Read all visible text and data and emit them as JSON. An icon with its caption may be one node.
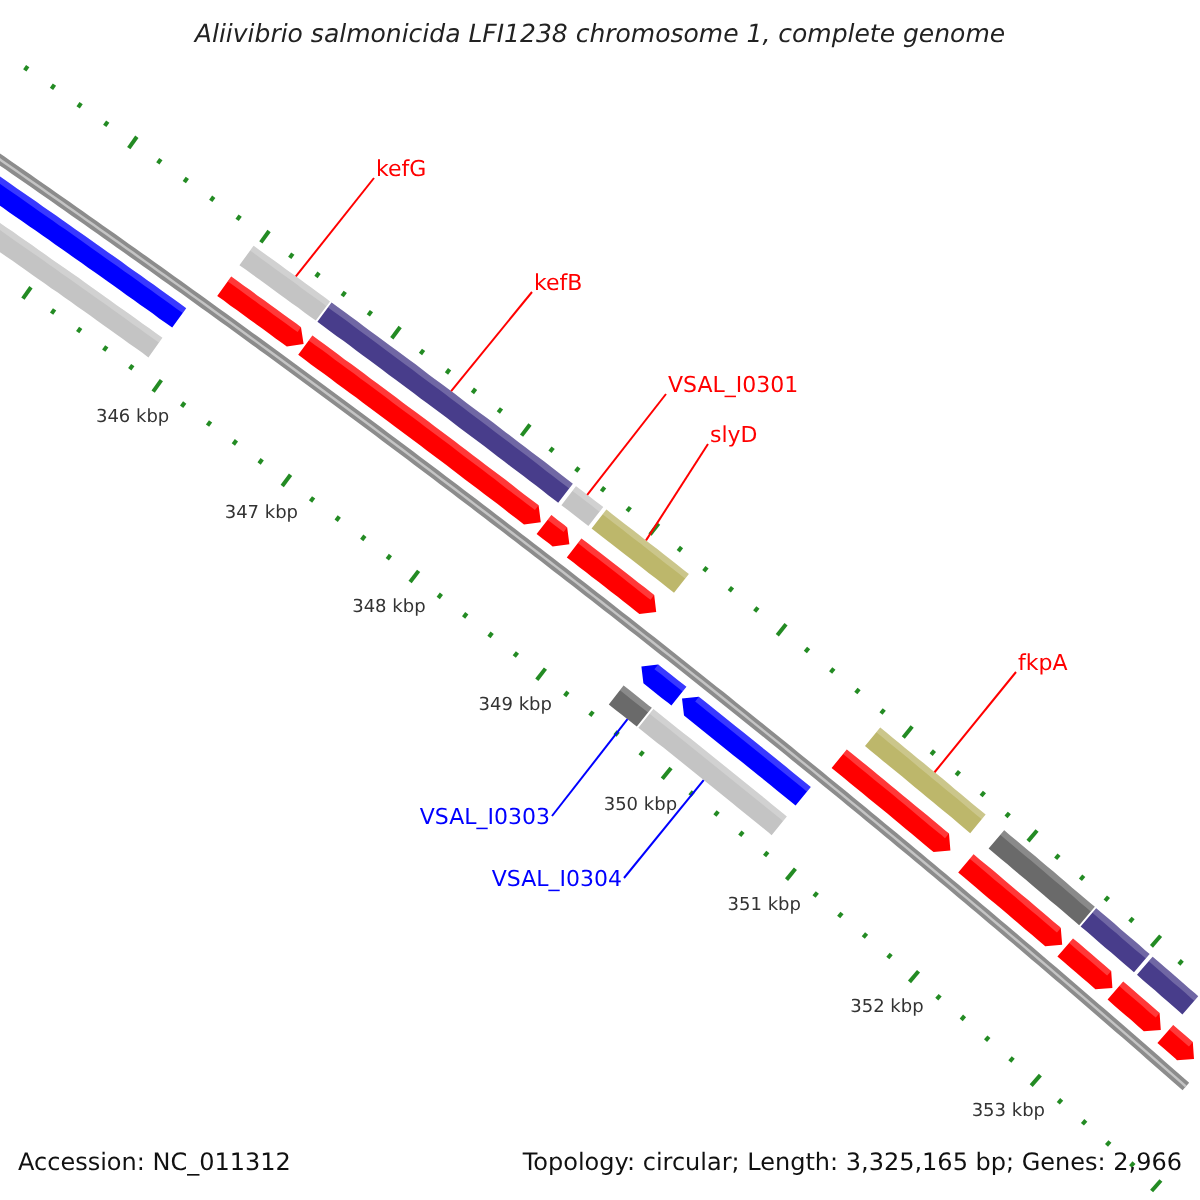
{
  "diagram": {
    "title": "Aliivibrio salmonicida LFI1238 chromosome 1, complete genome",
    "nodes": [
      {
        "text": [
          "kefG"
        ]
      },
      {
        "text": [],
        "shape": "bar"
      },
      {
        "text": [
          "kefB"
        ]
      },
      {
        "text": [],
        "shape": "bar"
      },
      {
        "text": [
          "VSAL_I0301"
        ]
      },
      {
        "text": [],
        "shape": "bar"
      },
      {
        "text": [
          "slyD"
        ]
      },
      {
        "text": [],
        "shape": "bar"
      },
      {
        "text": [
          "fkpA"
        ]
      },
      {
        "text": [],
        "shape": "bar"
      },
      {
        "text": [
          "VSAL_I0303"
        ]
      },
      {
        "text": [],
        "shape": "bar"
      },
      {
        "text": [
          "VSAL_I0304"
        ]
      },
      {
        "text": [],
        "shape": "bar"
      }
    ],
    "edges": [
      {
        "from": 0,
        "to": 1,
        "arrow": "none"
      },
      {
        "from": 2,
        "to": 3,
        "arrow": "none"
      },
      {
        "from": 4,
        "to": 5,
        "arrow": "none"
      },
      {
        "from": 6,
        "to": 7,
        "arrow": "none"
      },
      {
        "from": 8,
        "to": 9,
        "arrow": "none"
      },
      {
        "from": 10,
        "to": 11,
        "arrow": "none",
        "color": "#0000ff"
      },
      {
        "from": 12,
        "to": 13,
        "arrow": "none",
        "color": "#0000ff"
      }
    ],
    "labels": [
      "346 kbp",
      "347 kbp",
      "348 kbp",
      "349 kbp",
      "350 kbp",
      "351 kbp",
      "352 kbp",
      "353 kbp",
      "Accession: NC_011312",
      "Topology: circular; Length: 3,325,165 bp; Genes: 2,966"
    ]
  }
}
